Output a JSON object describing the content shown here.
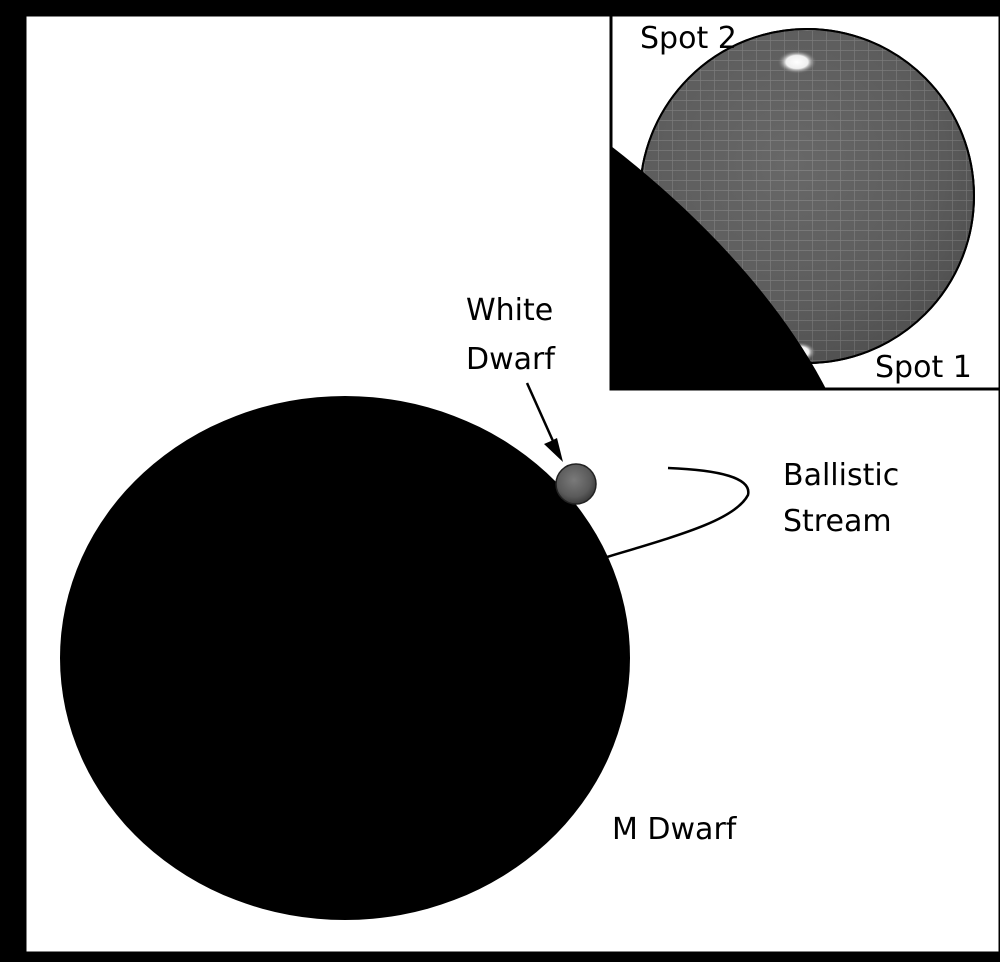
{
  "labels": {
    "spot2": "Spot 2",
    "spot1": "Spot 1",
    "white_dwarf_line1": "White",
    "white_dwarf_line2": "Dwarf",
    "ballistic_line1": "Ballistic",
    "ballistic_line2": "Stream",
    "m_dwarf": "M Dwarf"
  },
  "colors": {
    "background": "#000000",
    "panel": "#ffffff",
    "m_dwarf": "#000000",
    "white_dwarf": "#5a5a5a",
    "spot": "#ffffff"
  }
}
